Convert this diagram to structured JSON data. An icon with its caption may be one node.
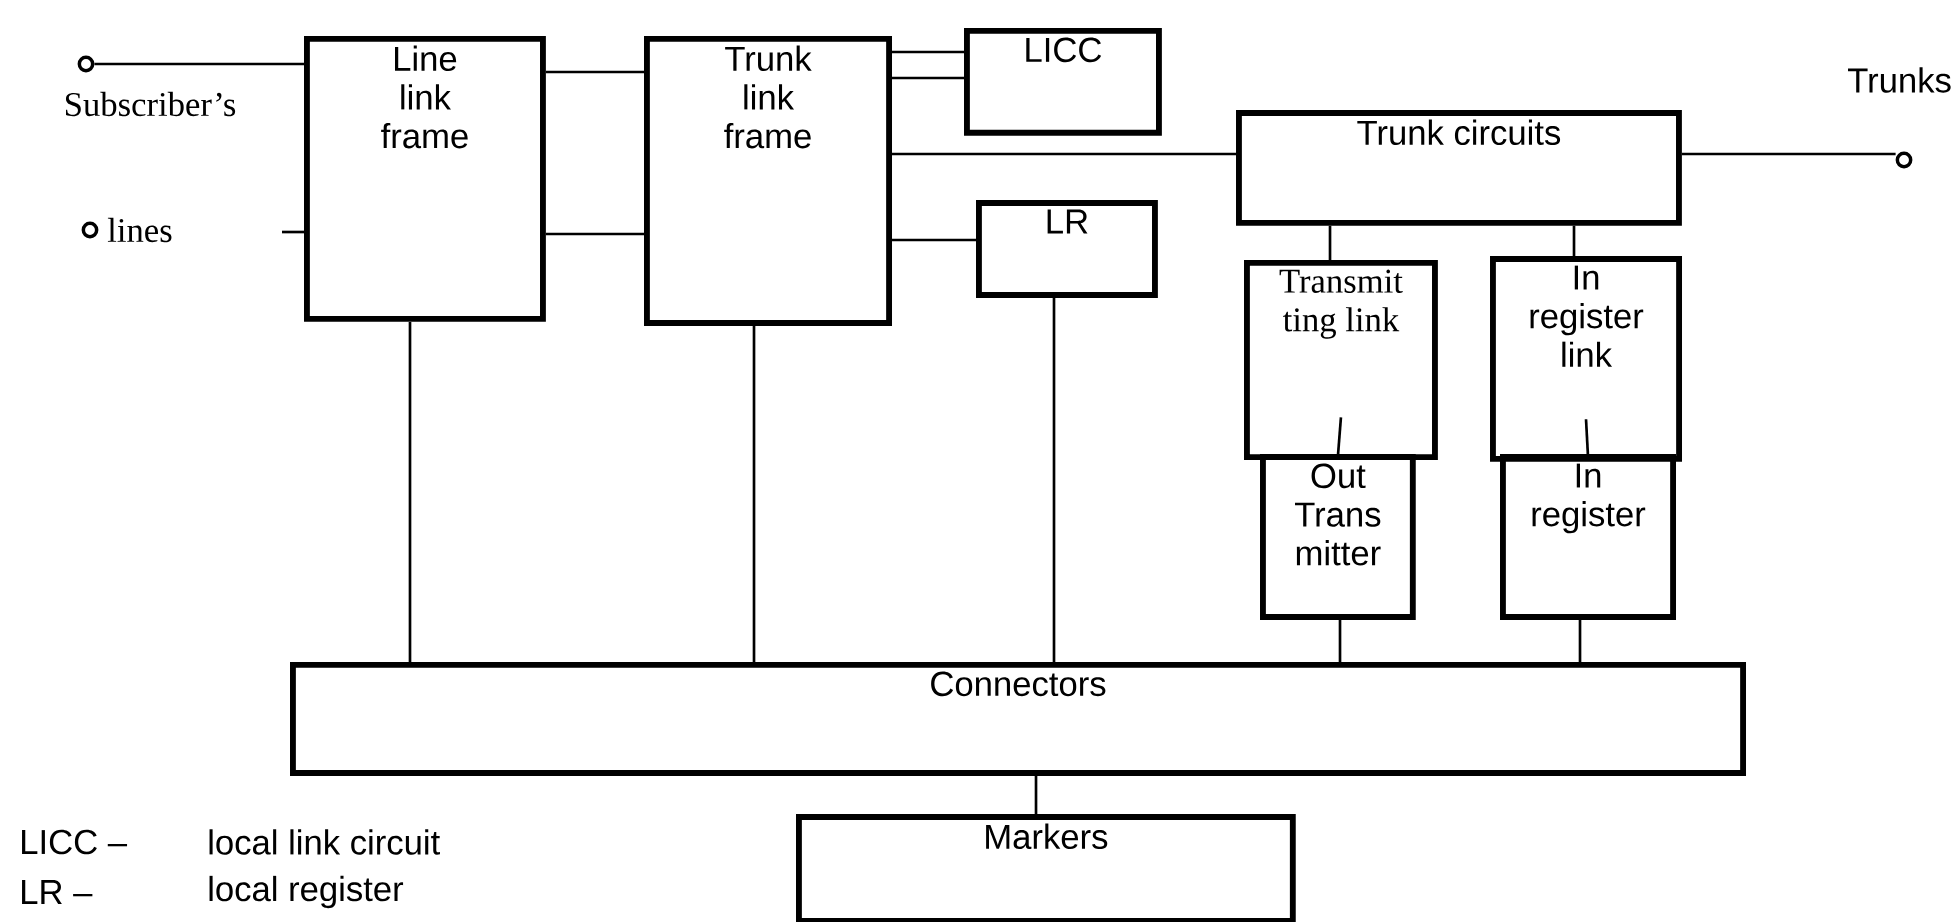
{
  "diagram": {
    "nodes": [
      {
        "text": [
          "Line link frame"
        ]
      },
      {
        "text": [
          "Trunk link frame"
        ]
      },
      {
        "text": [
          "LICC"
        ]
      },
      {
        "text": [
          "LR"
        ]
      },
      {
        "text": [
          "Trunk circuits"
        ]
      },
      {
        "text": [
          "Transmit ting link"
        ]
      },
      {
        "text": [
          "In register link"
        ]
      },
      {
        "text": [
          "Out Trans mitter"
        ]
      },
      {
        "text": [
          "In register"
        ]
      },
      {
        "text": [
          "Connectors"
        ]
      },
      {
        "text": [
          "Markers"
        ]
      },
      {
        "text": [],
        "shape": "circle",
        "beside": [
          "Subscriber’s"
        ]
      },
      {
        "text": [],
        "shape": "circle",
        "beside": [
          "lines"
        ]
      },
      {
        "text": [],
        "shape": "circle",
        "beside": [
          "Trunks"
        ]
      }
    ],
    "edges": [
      {
        "from": 11,
        "to": 0,
        "arrow": "none"
      },
      {
        "from": null,
        "to": 0,
        "arrow": "none"
      },
      {
        "from": 0,
        "to": 1,
        "arrow": "none"
      },
      {
        "from": 0,
        "to": 1,
        "arrow": "none"
      },
      {
        "from": 1,
        "to": 2,
        "arrow": "none"
      },
      {
        "from": 1,
        "to": 2,
        "arrow": "none"
      },
      {
        "from": 1,
        "to": 4,
        "arrow": "none"
      },
      {
        "from": 1,
        "to": 3,
        "arrow": "none"
      },
      {
        "from": 4,
        "to": 13,
        "arrow": "none"
      },
      {
        "from": 4,
        "to": 5,
        "arrow": "none"
      },
      {
        "from": 4,
        "to": 6,
        "arrow": "none"
      },
      {
        "from": 5,
        "to": 7,
        "arrow": "none"
      },
      {
        "from": 6,
        "to": 8,
        "arrow": "none"
      },
      {
        "from": 0,
        "to": 9,
        "arrow": "none"
      },
      {
        "from": 1,
        "to": 9,
        "arrow": "none"
      },
      {
        "from": 3,
        "to": 9,
        "arrow": "none"
      },
      {
        "from": 7,
        "to": 9,
        "arrow": "none"
      },
      {
        "from": 8,
        "to": 9,
        "arrow": "none"
      },
      {
        "from": 9,
        "to": 10,
        "arrow": "none"
      }
    ],
    "labels": [
      "LICC –",
      "local link circuit",
      "LR –",
      "local register"
    ]
  }
}
